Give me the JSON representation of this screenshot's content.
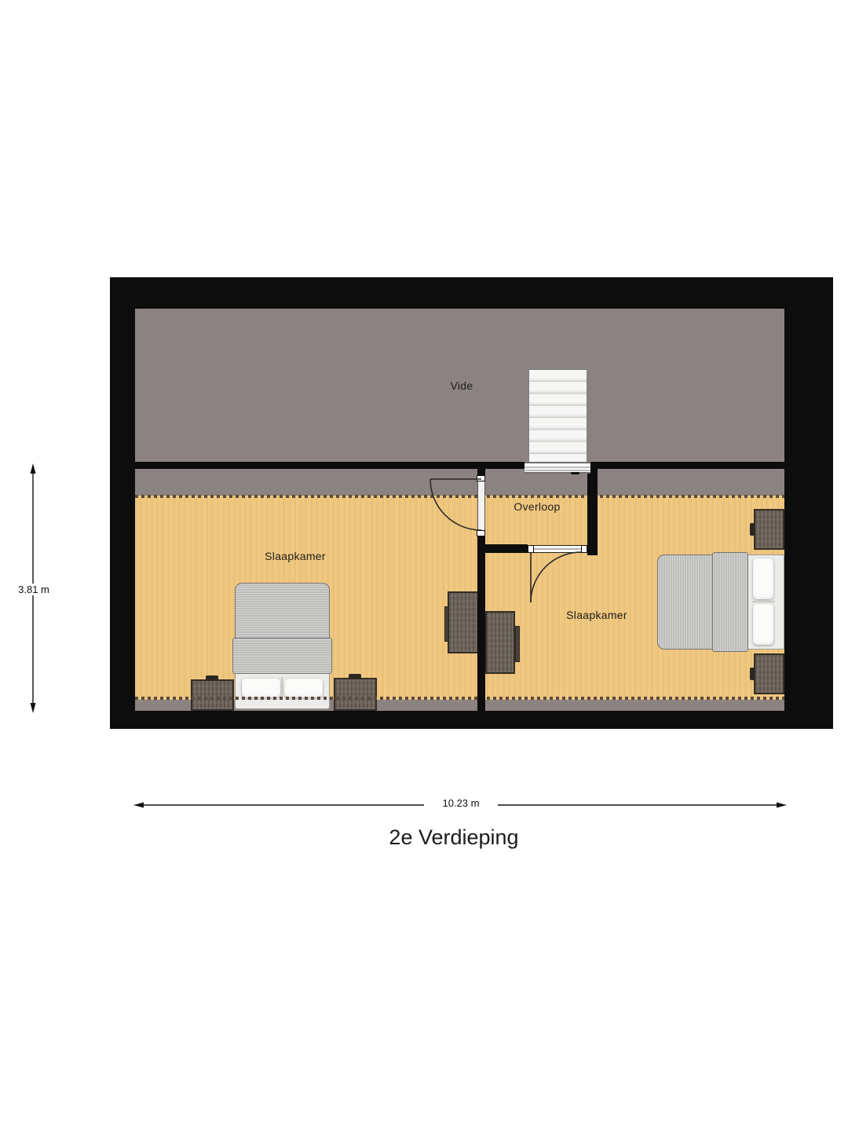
{
  "title": "2e Verdieping",
  "dimensions": {
    "width_label": "10.23 m",
    "height_label": "3.81 m"
  },
  "rooms": {
    "vide": {
      "label": "Vide"
    },
    "overloop": {
      "label": "Overloop"
    },
    "slaapkamer_left": {
      "label": "Slaapkamer"
    },
    "slaapkamer_right": {
      "label": "Slaapkamer"
    }
  },
  "colors": {
    "wall": "#0d0d0d",
    "vide_floor": "#8b8381",
    "bedroom_floor": "#efc67d",
    "knee_wall_dash": "#5a4a3e",
    "furniture_wood": "#6f655c",
    "bed_duvet": "#bdbdbc",
    "stairs": "#f6f6f5"
  }
}
